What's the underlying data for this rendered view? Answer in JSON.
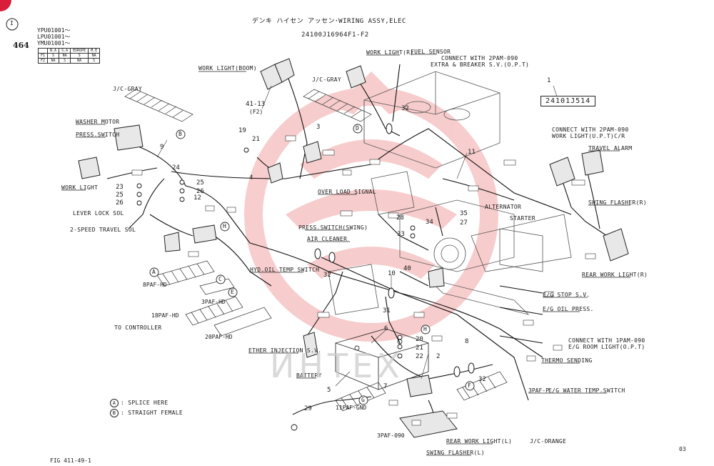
{
  "header": {
    "title": "デンキ ハイセン アッセン･WIRING ASSY,ELEC",
    "drawing_no": "24100J16964F1-F2",
    "page_number": "464",
    "revision_mark": "I",
    "serials": [
      "YPU01001～",
      "LPU01001～",
      "YMU01001～"
    ],
    "serial_table": {
      "headers": [
        "",
        "N.A",
        "S.A",
        "EUROPE",
        "M.E"
      ],
      "rows": [
        [
          "F1",
          "S",
          "NA",
          "S",
          "NA"
        ],
        [
          "F2",
          "NA",
          "S",
          "NA",
          "S"
        ]
      ]
    }
  },
  "part_box": {
    "index": "1",
    "part_no": "24101J514"
  },
  "labels": {
    "work_light_boom": "WORK LIGHT(BOOM)",
    "jc_gray_left": "J/C-GRAY",
    "jc_gray_mid": "J/C-GRAY",
    "washer_motor": "WASHER MOTOR",
    "press_switch": "PRESS.SWITCH",
    "work_light": "WORK LIGHT",
    "lever_lock_sol": "LEVER LOCK SOL",
    "two_speed_travel_sol": "2-SPEED TRAVEL SOL",
    "work_light_r": "WORK LIGHT(R)",
    "fuel_sensor": "FUEL SENSOR",
    "connect_extra_1": "CONNECT WITH 2PAM-090",
    "connect_extra_2": "EXTRA & BREAKER S.V.(O.P.T)",
    "connect_wl_1": "CONNECT WITH 2PAM-090",
    "connect_wl_2": "WORK LIGHT(U.P.T)C/R",
    "travel_alarm": "TRAVEL ALARM",
    "swing_flasher_r": "SWING FLASHER(R)",
    "rear_work_light_r": "REAR WORK LIGHT(R)",
    "over_load_signal": "OVER LOAD SIGNAL",
    "press_switch_swing": "PRESS.SWITCH(SWING)",
    "air_cleaner": "AIR CLEANER",
    "alternator": "ALTERNATOR",
    "starter": "STARTER",
    "hyd_oil_temp_switch": "HYD.OIL TEMP SWITCH",
    "eg_stop_sv": "E/G STOP S.V.",
    "eg_oil_press": "E/G OIL PRESS.",
    "connect_room_1": "CONNECT WITH 1PAM-090",
    "connect_room_2": "E/G ROOM LIGHT(O.P.T)",
    "thermo_sending": "THERMO SENDING",
    "water_temp_switch": "E/G WATER TEMP.SWITCH",
    "to_controller": "TO CONTROLLER",
    "ether_injection_sv": "ETHER INJECTION S.V.",
    "battery": "BATTERY",
    "rear_work_light_l": "REAR WORK LIGHT(L)",
    "swing_flasher_l": "SWING FLASHER(L)",
    "jc_orange": "J/C-ORANGE",
    "paf_8": "8PAF-HD",
    "paf_18": "18PAF-HD",
    "paf_3": "3PAF-HD",
    "paf_20": "20PAF-HD",
    "paf_11_gnd": "11PAF-GND",
    "paf_3_090": "3PAF-090",
    "paf_3p": "3PAF-P",
    "sub_f2": "(F2)"
  },
  "legend": [
    {
      "mark": "A",
      "text": ": SPLICE HERE"
    },
    {
      "mark": "B",
      "text": ": STRAIGHT FEMALE"
    }
  ],
  "callouts": [
    "41-13",
    "19",
    "21",
    "3",
    "4",
    "9",
    "24",
    "25",
    "26",
    "23",
    "25",
    "26",
    "12",
    "32",
    "11",
    "28",
    "35",
    "27",
    "34",
    "33",
    "10",
    "40",
    "31",
    "6",
    "20",
    "21",
    "22",
    "2",
    "5",
    "7",
    "8",
    "32",
    "29",
    "1"
  ],
  "letter_marks": [
    "A",
    "B",
    "C",
    "D",
    "E",
    "F",
    "G",
    "H",
    "H"
  ],
  "footer": {
    "figure": "FIG 411-49-1",
    "sheet": "03"
  },
  "watermark": {
    "text": "ИНТЕХ",
    "color": "#e87070"
  }
}
